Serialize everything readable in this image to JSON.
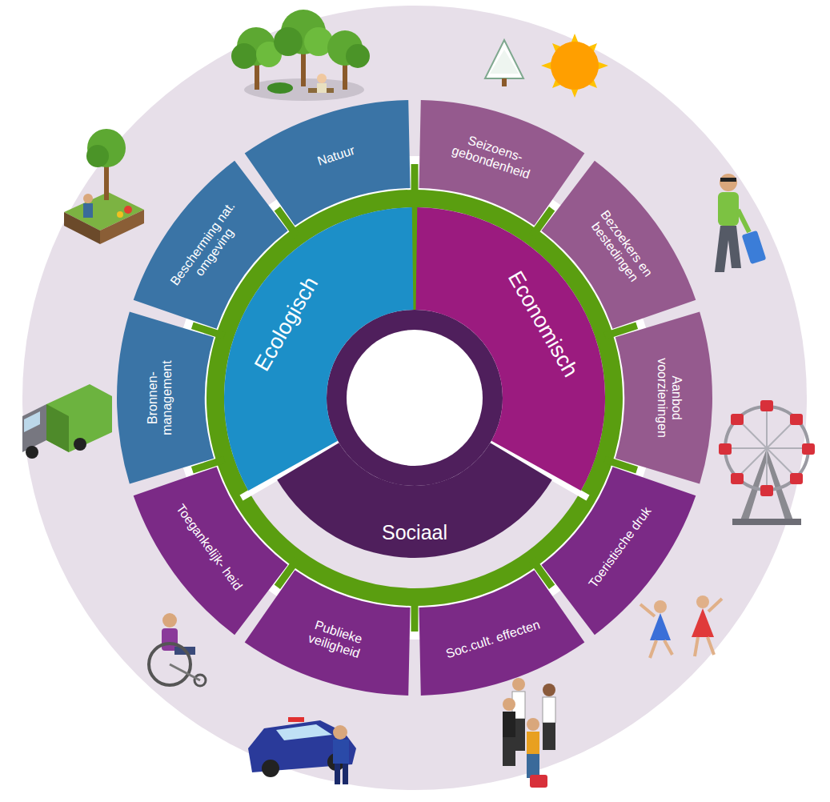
{
  "diagram": {
    "nodes": [
      {
        "text": [
          "Ecologisch"
        ]
      },
      {
        "text": [
          "Economisch"
        ]
      },
      {
        "text": [
          "Sociaal"
        ]
      },
      {
        "text": [
          "Natuur"
        ]
      },
      {
        "text": [
          "Seizoens- gebondenheid"
        ]
      },
      {
        "text": [
          "Bezoekers en bestedingen"
        ]
      },
      {
        "text": [
          "Aanbod voorzieningen"
        ]
      },
      {
        "text": [
          "Toeristische druk"
        ]
      },
      {
        "text": [
          "Soc.cult. effecten"
        ]
      },
      {
        "text": [
          "Publieke veiligheid"
        ]
      },
      {
        "text": [
          "Toegankelijk- heid"
        ]
      },
      {
        "text": [
          "Bronnen- management"
        ]
      },
      {
        "text": [
          "Bescherming nat. omgeving"
        ]
      }
    ]
  }
}
